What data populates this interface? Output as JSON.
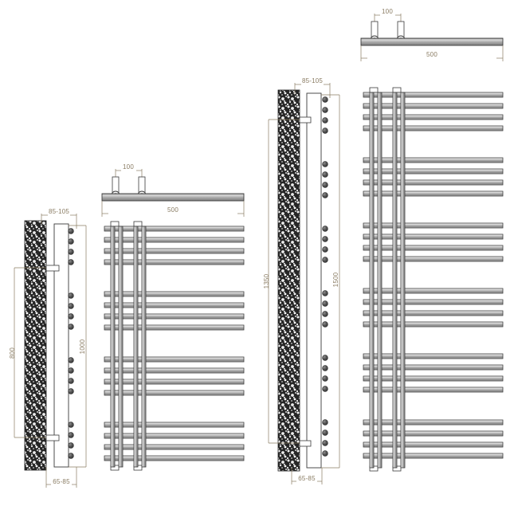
{
  "drawing": {
    "title": "Towel Radiator Technical Drawing",
    "units": "mm",
    "colors": {
      "dimension": "#8a7c63",
      "outline": "#3b3b3b",
      "bar_fill_light": "#f2f2f2",
      "bar_fill_mid": "#9a9a9a",
      "bar_fill_dark": "#6e6e6e",
      "dot": "#4a4a4a",
      "wall_hatch": "#2b2b2b",
      "background": "#ffffff"
    }
  },
  "views": [
    {
      "id": "view-side-small",
      "name": "side-elevation-1000",
      "labels": {
        "top_gap": "85-105",
        "bottom_gap": "65-85",
        "left_dim": "800",
        "right_dim": "1000"
      },
      "dot_groups": 4,
      "dots_per_group": 4
    },
    {
      "id": "view-plan-small",
      "name": "plan-view-500",
      "labels": {
        "bracket_spacing": "100",
        "overall_width": "500"
      }
    },
    {
      "id": "view-front-small",
      "name": "front-elevation-1000x500",
      "bar_groups": 4,
      "bars_per_group": 4
    },
    {
      "id": "view-side-large",
      "name": "side-elevation-1500",
      "labels": {
        "top_gap": "85-105",
        "bottom_gap": "65-85",
        "left_dim": "1350",
        "right_dim": "1500"
      },
      "dot_groups": 6,
      "dots_per_group": 4
    },
    {
      "id": "view-plan-large",
      "name": "plan-view-500-upper",
      "labels": {
        "bracket_spacing": "100",
        "overall_width": "500"
      }
    },
    {
      "id": "view-front-large",
      "name": "front-elevation-1500x500",
      "bar_groups": 6,
      "bars_per_group": 4
    }
  ],
  "dimension_labels": {
    "v1_top": "85-105",
    "v1_bottom": "65-85",
    "v1_left": "800",
    "v1_right": "1000",
    "p1_spacing": "100",
    "p1_width": "500",
    "v3_top": "85-105",
    "v3_bottom": "65-85",
    "v3_left": "1350",
    "v3_right": "1500",
    "p2_spacing": "100",
    "p2_width": "500"
  }
}
